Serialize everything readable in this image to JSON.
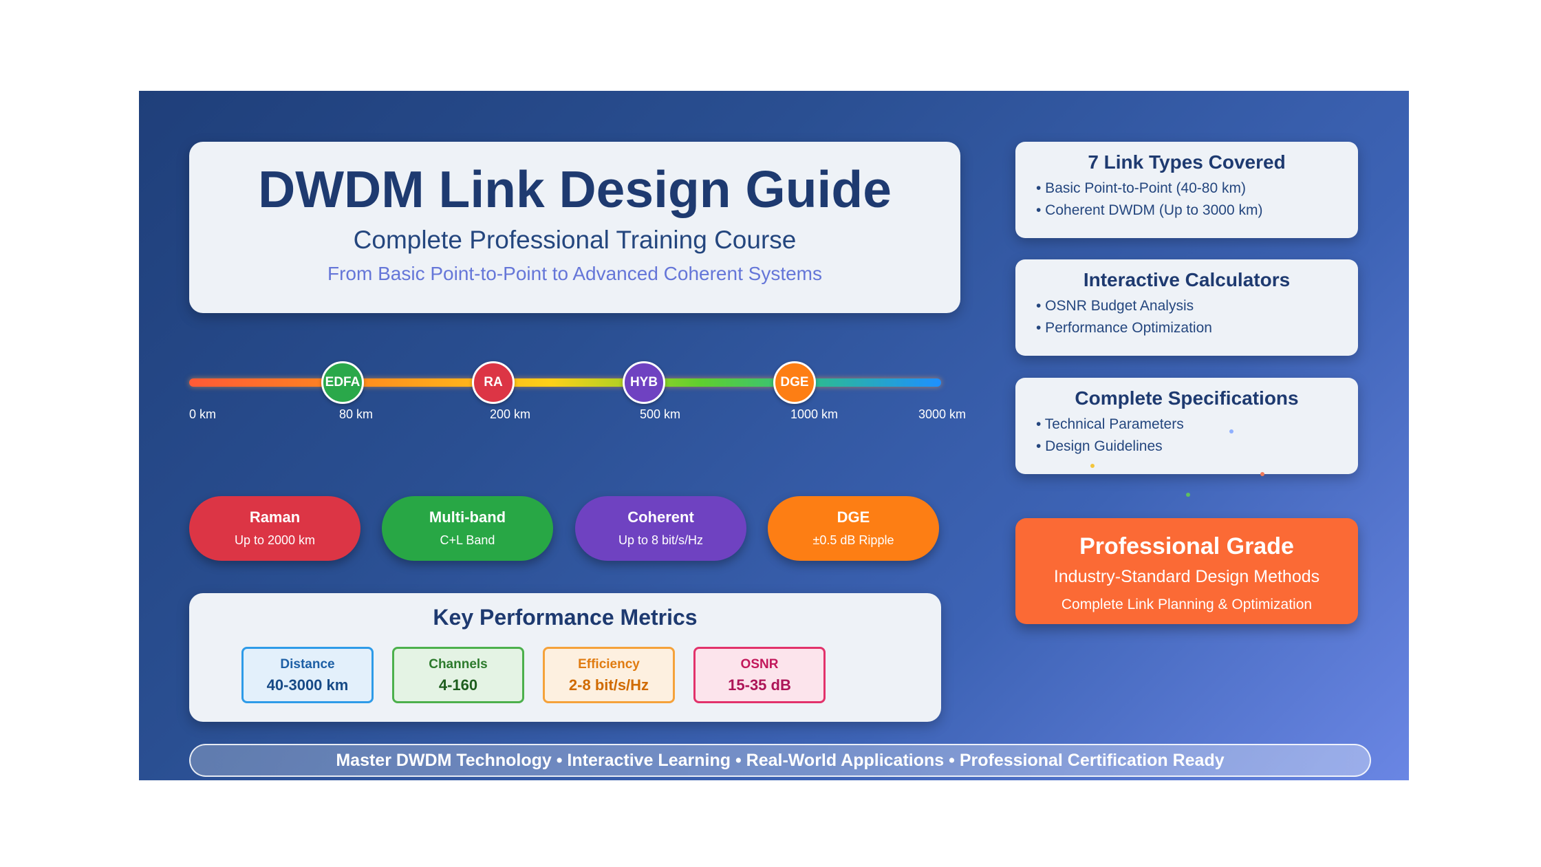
{
  "title": {
    "main": "DWDM Link Design Guide",
    "subtitle": "Complete Professional Training Course",
    "tagline": "From Basic Point-to-Point to Advanced Coherent Systems"
  },
  "timeline": {
    "nodes": [
      {
        "label": "EDFA",
        "color": "#2aa84a"
      },
      {
        "label": "RA",
        "color": "#dc3545"
      },
      {
        "label": "HYB",
        "color": "#6f42c1"
      },
      {
        "label": "DGE",
        "color": "#fd7e14"
      }
    ],
    "ticks": [
      "0 km",
      "80 km",
      "200 km",
      "500 km",
      "1000 km",
      "3000 km"
    ]
  },
  "pills": [
    {
      "name": "Raman",
      "detail": "Up to 2000 km",
      "color": "#dc3545"
    },
    {
      "name": "Multi-band",
      "detail": "C+L Band",
      "color": "#28a745"
    },
    {
      "name": "Coherent",
      "detail": "Up to 8 bit/s/Hz",
      "color": "#6f42c1"
    },
    {
      "name": "DGE",
      "detail": "±0.5 dB Ripple",
      "color": "#fd7e14"
    }
  ],
  "metrics": {
    "title": "Key Performance Metrics",
    "items": [
      {
        "label": "Distance",
        "value": "40-3000 km"
      },
      {
        "label": "Channels",
        "value": "4-160"
      },
      {
        "label": "Efficiency",
        "value": "2-8 bit/s/Hz"
      },
      {
        "label": "OSNR",
        "value": "15-35 dB"
      }
    ]
  },
  "side_cards": [
    {
      "title": "7 Link Types Covered",
      "items": [
        "• Basic Point-to-Point (40-80 km)",
        "• Coherent DWDM (Up to 3000 km)"
      ]
    },
    {
      "title": "Interactive Calculators",
      "items": [
        "• OSNR Budget Analysis",
        "• Performance Optimization"
      ]
    },
    {
      "title": "Complete Specifications",
      "items": [
        "• Technical Parameters",
        "• Design Guidelines"
      ]
    }
  ],
  "pro": {
    "title": "Professional Grade",
    "line1": "Industry-Standard Design Methods",
    "line2": "Complete Link Planning & Optimization"
  },
  "footer": "Master DWDM Technology • Interactive Learning • Real-World Applications • Professional Certification Ready"
}
